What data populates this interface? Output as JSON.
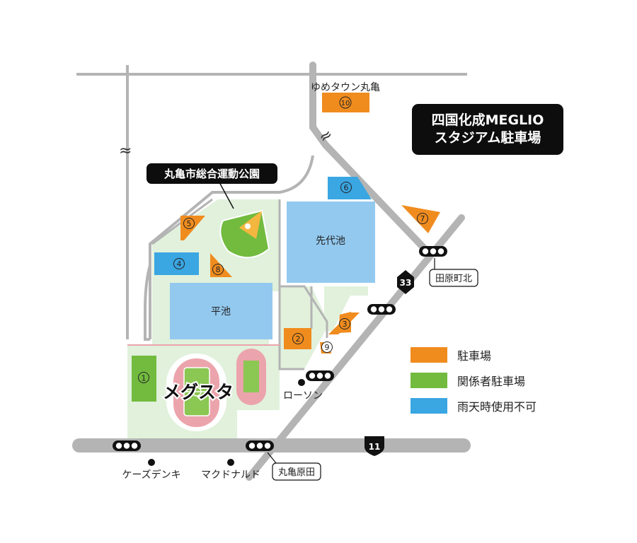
{
  "map_title": {
    "line1": "四国化成MEGLIO",
    "line2": "スタジアム駐車場"
  },
  "park_label": "丸亀市総合運動公園",
  "ponds": [
    {
      "name": "先代池"
    },
    {
      "name": "平池"
    }
  ],
  "stadium_label": "メグスタ",
  "landmarks": [
    {
      "name": "ゆめタウン丸亀"
    },
    {
      "name": "ローソン"
    },
    {
      "name": "ケーズデンキ"
    },
    {
      "name": "マクドナルド"
    }
  ],
  "intersections": [
    {
      "name": "田原町北"
    },
    {
      "name": "丸亀原田"
    }
  ],
  "routes": [
    {
      "number": "33"
    },
    {
      "number": "11"
    }
  ],
  "parking_lots": [
    {
      "id": "①",
      "type": "staff"
    },
    {
      "id": "②",
      "type": "parking"
    },
    {
      "id": "③",
      "type": "parking"
    },
    {
      "id": "④",
      "type": "no_rain"
    },
    {
      "id": "⑤",
      "type": "parking"
    },
    {
      "id": "⑥",
      "type": "no_rain"
    },
    {
      "id": "⑦",
      "type": "parking"
    },
    {
      "id": "⑧",
      "type": "parking"
    },
    {
      "id": "⑨",
      "type": "parking"
    },
    {
      "id": "⑩",
      "type": "parking"
    }
  ],
  "legend": [
    {
      "label": "駐車場",
      "color": "#f08c1e"
    },
    {
      "label": "関係者駐車場",
      "color": "#72bb3f"
    },
    {
      "label": "雨天時使用不可",
      "color": "#3aa6e2"
    }
  ],
  "colors": {
    "road": "#b4b4b4",
    "park_ground": "#e1f1dc",
    "pond": "#93c9ef",
    "parking": "#f08c1e",
    "staff_parking": "#72bb3f",
    "no_rain_parking": "#3aa6e2",
    "track": "#eca4ac",
    "field": "#8bc753"
  },
  "break_marks": [
    "≈",
    "≈"
  ]
}
